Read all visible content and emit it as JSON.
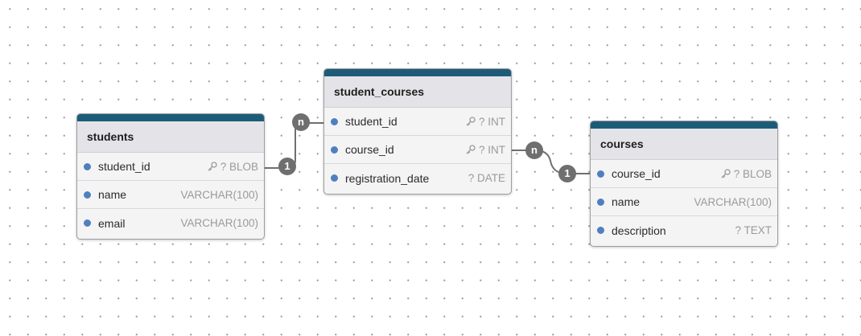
{
  "colors": {
    "header_bar": "#1d5c78",
    "dot": "#4f7fbf",
    "badge": "#6f6f6f",
    "edge": "#6f6f6f"
  },
  "tables": {
    "students": {
      "name": "students",
      "fields": [
        {
          "name": "student_id",
          "type": "? BLOB",
          "icon": "key-icon"
        },
        {
          "name": "name",
          "type": "VARCHAR(100)"
        },
        {
          "name": "email",
          "type": "VARCHAR(100)"
        }
      ]
    },
    "student_courses": {
      "name": "student_courses",
      "fields": [
        {
          "name": "student_id",
          "type": "? INT",
          "icon": "key-icon"
        },
        {
          "name": "course_id",
          "type": "? INT",
          "icon": "key-icon"
        },
        {
          "name": "registration_date",
          "type": "? DATE"
        }
      ]
    },
    "courses": {
      "name": "courses",
      "fields": [
        {
          "name": "course_id",
          "type": "? BLOB",
          "icon": "key-icon"
        },
        {
          "name": "name",
          "type": "VARCHAR(100)"
        },
        {
          "name": "description",
          "type": "? TEXT"
        }
      ]
    }
  },
  "relations": {
    "students_to_student_courses": {
      "from_cardinality": "1",
      "to_cardinality": "n"
    },
    "courses_to_student_courses": {
      "from_cardinality": "1",
      "to_cardinality": "n"
    }
  }
}
